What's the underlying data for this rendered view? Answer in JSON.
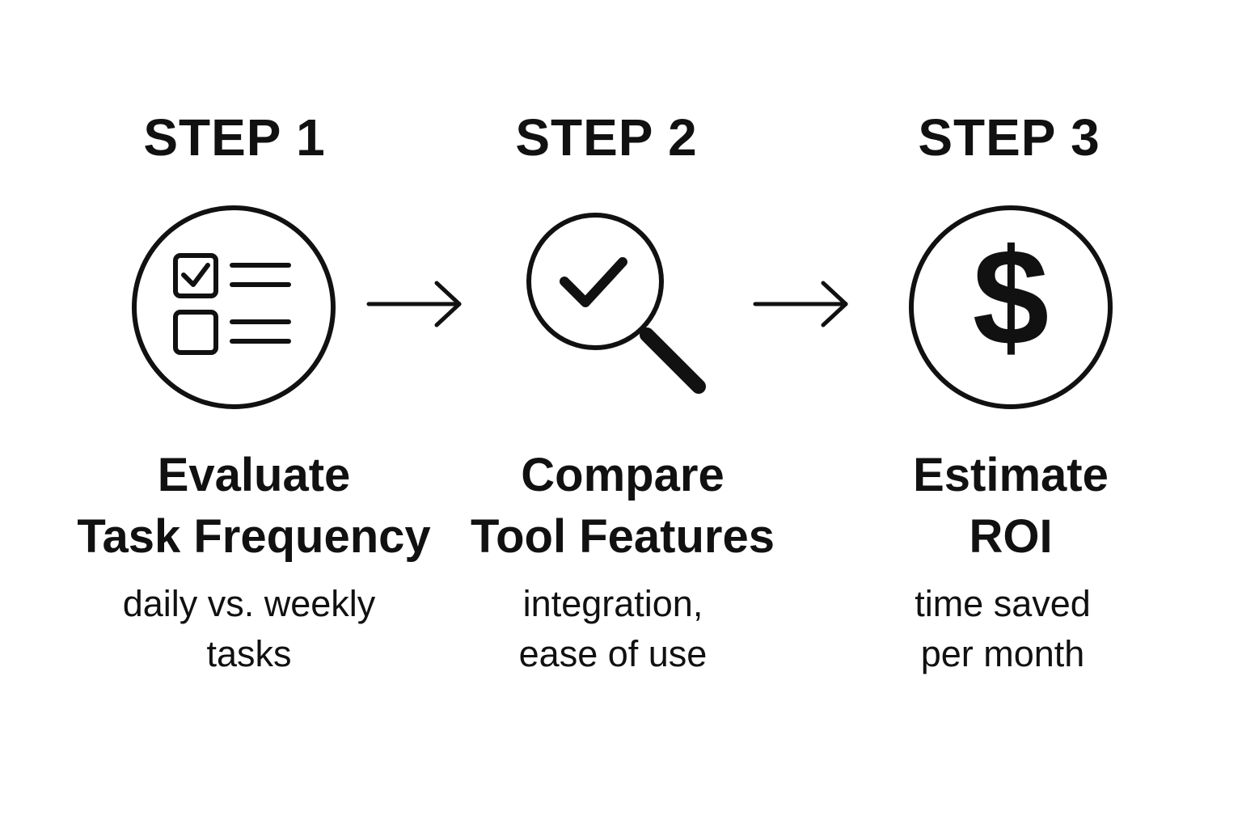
{
  "steps": [
    {
      "heading": "STEP 1",
      "title_lines": [
        "Evaluate",
        "Task Frequency"
      ],
      "detail_lines": [
        "daily vs. weekly",
        "tasks"
      ],
      "icon": "checklist-icon"
    },
    {
      "heading": "STEP 2",
      "title_lines": [
        "Compare",
        "Tool Features"
      ],
      "detail_lines": [
        "integration,",
        "ease of use"
      ],
      "icon": "magnifier-check-icon"
    },
    {
      "heading": "STEP 3",
      "title_lines": [
        "Estimate",
        "ROI"
      ],
      "detail_lines": [
        "time saved",
        "per month"
      ],
      "icon": "dollar-icon"
    }
  ],
  "connectors": [
    "arrow-right-icon",
    "arrow-right-icon"
  ],
  "colors": {
    "ink": "#111111",
    "background": "#ffffff"
  }
}
